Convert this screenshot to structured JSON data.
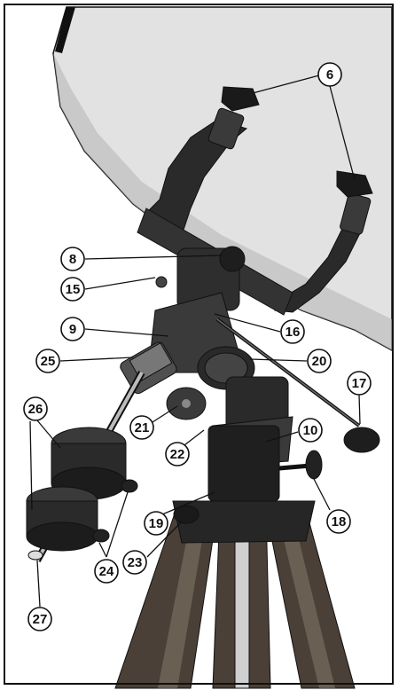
{
  "figure": {
    "description": "",
    "colors": {
      "ink": "#111111",
      "tube": "#e2e2e2",
      "tube_shade": "#b9b9b9",
      "metal_dark": "#2a2a2a",
      "metal_mid": "#555555",
      "wood": "#4a4037",
      "wood_light": "#8a7e70",
      "background": "#ffffff"
    }
  },
  "callouts": [
    {
      "id": "6",
      "label": "6"
    },
    {
      "id": "8",
      "label": "8"
    },
    {
      "id": "15",
      "label": "15"
    },
    {
      "id": "9",
      "label": "9"
    },
    {
      "id": "16",
      "label": "16"
    },
    {
      "id": "25",
      "label": "25"
    },
    {
      "id": "20",
      "label": "20"
    },
    {
      "id": "17",
      "label": "17"
    },
    {
      "id": "26",
      "label": "26"
    },
    {
      "id": "21",
      "label": "21"
    },
    {
      "id": "10",
      "label": "10"
    },
    {
      "id": "22",
      "label": "22"
    },
    {
      "id": "18",
      "label": "18"
    },
    {
      "id": "19",
      "label": "19"
    },
    {
      "id": "23",
      "label": "23"
    },
    {
      "id": "24",
      "label": "24"
    },
    {
      "id": "27",
      "label": "27"
    }
  ]
}
